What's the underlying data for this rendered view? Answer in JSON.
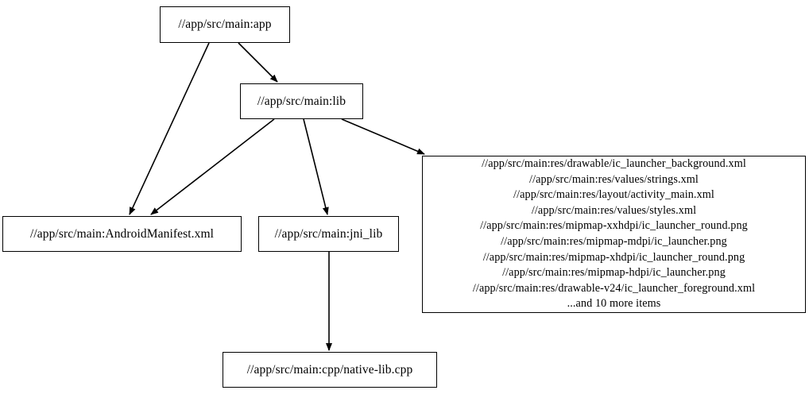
{
  "graph": {
    "type": "directed-dependency-graph",
    "background_color": "#ffffff",
    "node_border_color": "#000000",
    "edge_color": "#000000",
    "text_color": "#000000",
    "nodes": [
      {
        "id": "app",
        "label": "//app/src/main:app"
      },
      {
        "id": "lib",
        "label": "//app/src/main:lib"
      },
      {
        "id": "manifest",
        "label": "//app/src/main:AndroidManifest.xml"
      },
      {
        "id": "jni_lib",
        "label": "//app/src/main:jni_lib"
      },
      {
        "id": "resources",
        "label": "//app/src/main:res/drawable/ic_launcher_background.xml\n//app/src/main:res/values/strings.xml\n//app/src/main:res/layout/activity_main.xml\n//app/src/main:res/values/styles.xml\n//app/src/main:res/mipmap-xxhdpi/ic_launcher_round.png\n//app/src/main:res/mipmap-mdpi/ic_launcher.png\n//app/src/main:res/mipmap-xhdpi/ic_launcher_round.png\n//app/src/main:res/mipmap-hdpi/ic_launcher.png\n//app/src/main:res/drawable-v24/ic_launcher_foreground.xml\n...and 10 more items",
        "lines": [
          "//app/src/main:res/drawable/ic_launcher_background.xml",
          "//app/src/main:res/values/strings.xml",
          "//app/src/main:res/layout/activity_main.xml",
          "//app/src/main:res/values/styles.xml",
          "//app/src/main:res/mipmap-xxhdpi/ic_launcher_round.png",
          "//app/src/main:res/mipmap-mdpi/ic_launcher.png",
          "//app/src/main:res/mipmap-xhdpi/ic_launcher_round.png",
          "//app/src/main:res/mipmap-hdpi/ic_launcher.png",
          "//app/src/main:res/drawable-v24/ic_launcher_foreground.xml",
          "...and 10 more items"
        ]
      },
      {
        "id": "native_lib",
        "label": "//app/src/main:cpp/native-lib.cpp"
      }
    ],
    "edges": [
      {
        "from": "app",
        "to": "manifest"
      },
      {
        "from": "app",
        "to": "lib"
      },
      {
        "from": "lib",
        "to": "manifest"
      },
      {
        "from": "lib",
        "to": "jni_lib"
      },
      {
        "from": "lib",
        "to": "resources"
      },
      {
        "from": "jni_lib",
        "to": "native_lib"
      }
    ]
  }
}
